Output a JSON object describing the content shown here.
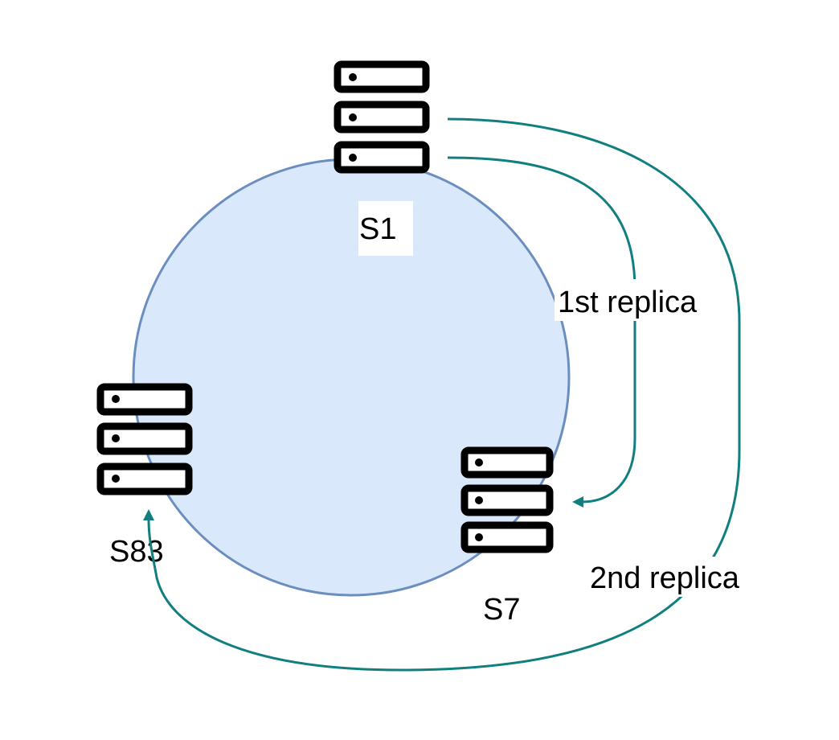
{
  "diagram": {
    "ring": {
      "fill": "#dae8fc",
      "stroke": "#6c8ebf"
    },
    "servers": [
      {
        "id": "s1",
        "label": "S1",
        "icon": "server-rack-icon"
      },
      {
        "id": "s7",
        "label": "S7",
        "icon": "server-rack-icon"
      },
      {
        "id": "s83",
        "label": "S83",
        "icon": "server-rack-icon"
      }
    ],
    "edges": [
      {
        "id": "replica-1",
        "from": "S1",
        "to": "S7",
        "label": "1st replica"
      },
      {
        "id": "replica-2",
        "from": "S1",
        "to": "S83",
        "label": "2nd replica"
      }
    ],
    "colors": {
      "edge": "#117f80",
      "server_stroke": "#000000",
      "text": "#000000"
    }
  }
}
